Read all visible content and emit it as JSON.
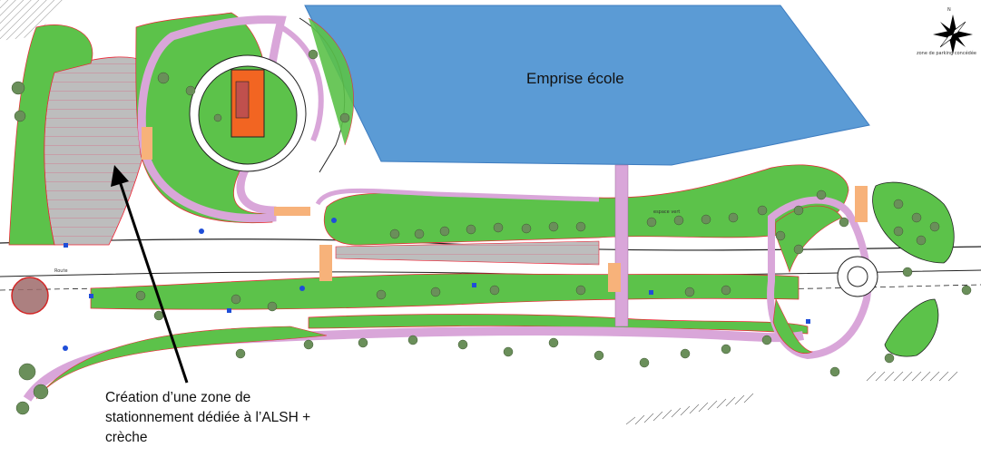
{
  "school_area": {
    "label": "Emprise école",
    "fill": "#5b9bd5"
  },
  "caption": {
    "line1": "Création d’une zone de",
    "line2": "stationnement dédiée à l’ALSH +",
    "line3": "crèche"
  },
  "north_arrow": {
    "letter": "N"
  },
  "plan_notes": {
    "note_top_right": "zone de parking concédée",
    "road_label": "Route",
    "green_label": "espace vert"
  },
  "colors": {
    "green": "#5cc24a",
    "pink": "#d9a6d9",
    "building_fill": "#f26522",
    "school": "#5b9bd5",
    "parking": "#bdbdbd"
  }
}
